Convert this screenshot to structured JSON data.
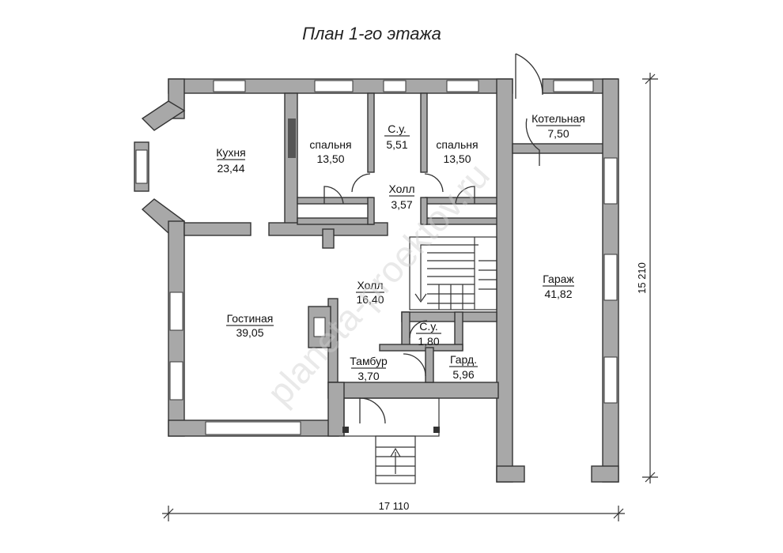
{
  "title": "План 1-го этажа",
  "watermark": "planeta-proektov.ru",
  "rooms": [
    {
      "name": "Кухня",
      "area": "23,44"
    },
    {
      "name": "спальня",
      "area": "13,50"
    },
    {
      "name": "С.у.",
      "area": "5,51"
    },
    {
      "name": "спальня",
      "area": "13,50"
    },
    {
      "name": "Котельная",
      "area": "7,50"
    },
    {
      "name": "Холл",
      "area": "3,57"
    },
    {
      "name": "Холл",
      "area": "16,40"
    },
    {
      "name": "Гостиная",
      "area": "39,05"
    },
    {
      "name": "С.у.",
      "area": "1,80"
    },
    {
      "name": "Тамбур",
      "area": "3,70"
    },
    {
      "name": "Гард.",
      "area": "5,96"
    },
    {
      "name": "Гараж",
      "area": "41,82"
    }
  ],
  "dimensions": {
    "width": "17 110",
    "height": "15 210"
  }
}
